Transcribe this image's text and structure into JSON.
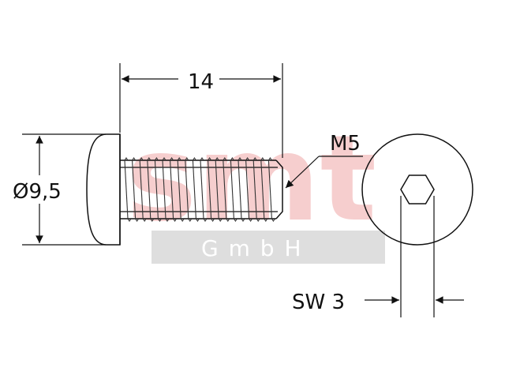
{
  "watermark": {
    "logo_text": "smt",
    "band_text": "G m b H",
    "logo_color": "#f6c9c9",
    "band_color": "#dedede"
  },
  "dimensions": {
    "length": "14",
    "diameter": "Ø9,5",
    "thread": "M5",
    "hex_size": "SW 3"
  }
}
